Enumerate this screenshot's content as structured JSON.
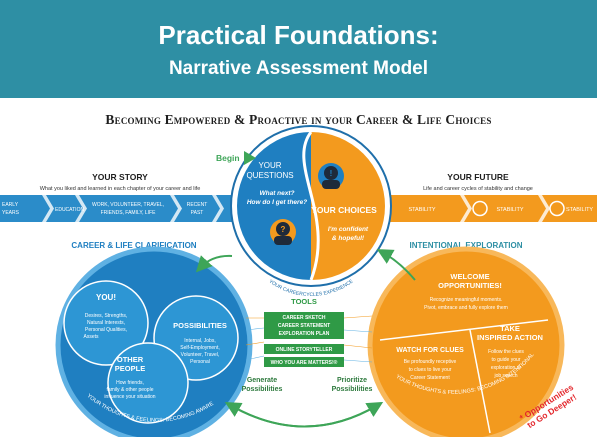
{
  "slide": {
    "title": "Practical Foundations:",
    "subtitle": "Narrative Assessment Model"
  },
  "diagram": {
    "heading": "Becoming Empowered & Proactive in your Career & Life Choices",
    "begin": "Begin",
    "your_story": {
      "title": "YOUR STORY",
      "desc": "What you liked and learned in each chapter of your career and life",
      "stages": [
        "EARLY",
        "YEARS",
        "EDUCATION",
        "WORK, VOLUNTEER, TRAVEL,",
        "FRIENDS, FAMILY, LIFE",
        "RECENT",
        "PAST"
      ]
    },
    "your_future": {
      "title": "YOUR FUTURE",
      "desc": "Life and career cycles of stability and change",
      "stages": [
        "STABILITY",
        "STABILITY",
        "STABILITY"
      ]
    },
    "center": {
      "questions_line1": "YOUR",
      "questions_line2": "QUESTIONS",
      "questions_q1": "What next?",
      "questions_q2": "How do I get there?",
      "choices": "YOUR CHOICES",
      "confident1": "I'm confident",
      "confident2": "& hopeful!",
      "ring": "YOUR CAREERCYCLES EXPERIENCE"
    },
    "left_circle": {
      "section_title": "CAREER & LIFE CLARIFICATION",
      "you": "YOU!",
      "you_items": [
        "Desires, Strengths,",
        "Natural Interests,",
        "Personal Qualities,",
        "Assets"
      ],
      "possibilities": "POSSIBILITIES",
      "possibilities_items": [
        "Internal, Jobs,",
        "Self-Employment,",
        "Volunteer, Travel,",
        "Personal"
      ],
      "other1": "OTHER",
      "other2": "PEOPLE",
      "other_items": [
        "How friends,",
        "family & other people",
        "influence your situation"
      ],
      "ring": "YOUR THOUGHTS & FEELINGS: BECOMING AWARE"
    },
    "right_circle": {
      "section_title": "INTENTIONAL EXPLORATION",
      "welcome1": "WELCOME",
      "welcome2": "OPPORTUNITIES!",
      "welcome_items": [
        "Recognize meaningful moments.",
        "Pivot, embrace and fully explore them"
      ],
      "take1": "TAKE",
      "take2": "INSPIRED ACTION",
      "take_items": [
        "Follow the clues",
        "to guide your",
        "exploration or",
        "job search"
      ],
      "watch": "WATCH FOR CLUES",
      "watch_items": [
        "Be profoundly receptive",
        "to clues to live your",
        "Career Statement"
      ],
      "ring": "YOUR THOUGHTS & FEELINGS: BECOMING INTENTIONAL"
    },
    "tools": {
      "title": "TOOLS",
      "items": [
        "CAREER SKETCH",
        "CAREER STATEMENT",
        "EXPLORATION PLAN",
        "ONLINE STORYTELLER",
        "WHO YOU ARE MATTERS!®"
      ]
    },
    "generate1": "Generate",
    "generate2": "Possibilities",
    "prioritize1": "Prioritize",
    "prioritize2": "Possibilities",
    "opportunities1": "* Opportunities",
    "opportunities2": "to Go Deeper!"
  },
  "colors": {
    "header_bg": "#2e8fa4",
    "blue": "#1f7fc1",
    "orange": "#f39a1e",
    "green_arrow": "#3ea558",
    "tools_box": "#2f9a46",
    "opportunities_text": "#e3262b"
  }
}
